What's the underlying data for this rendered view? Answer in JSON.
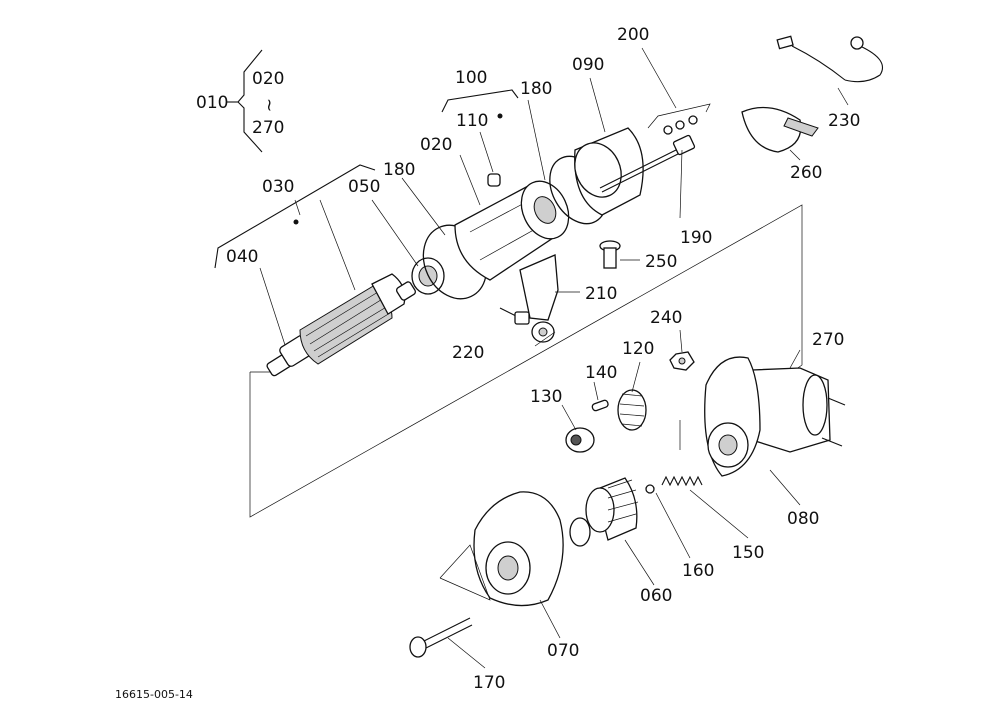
{
  "diagram": {
    "footer_code": "16615-005-14",
    "labels": {
      "p010": "010",
      "p020_range": "020",
      "tilde": "~",
      "p270_range": "270",
      "p100": "100",
      "p180a": "180",
      "p090": "090",
      "p200": "200",
      "p230": "230",
      "p110": "110",
      "p020": "020",
      "p030": "030",
      "p050": "050",
      "p180b": "180",
      "p260": "260",
      "p190": "190",
      "p250": "250",
      "p040": "040",
      "p210": "210",
      "p240": "240",
      "p270": "270",
      "p220": "220",
      "p120": "120",
      "p140": "140",
      "p130": "130",
      "p080": "080",
      "p150": "150",
      "p160": "160",
      "p060": "060",
      "p070": "070",
      "p170": "170"
    }
  }
}
